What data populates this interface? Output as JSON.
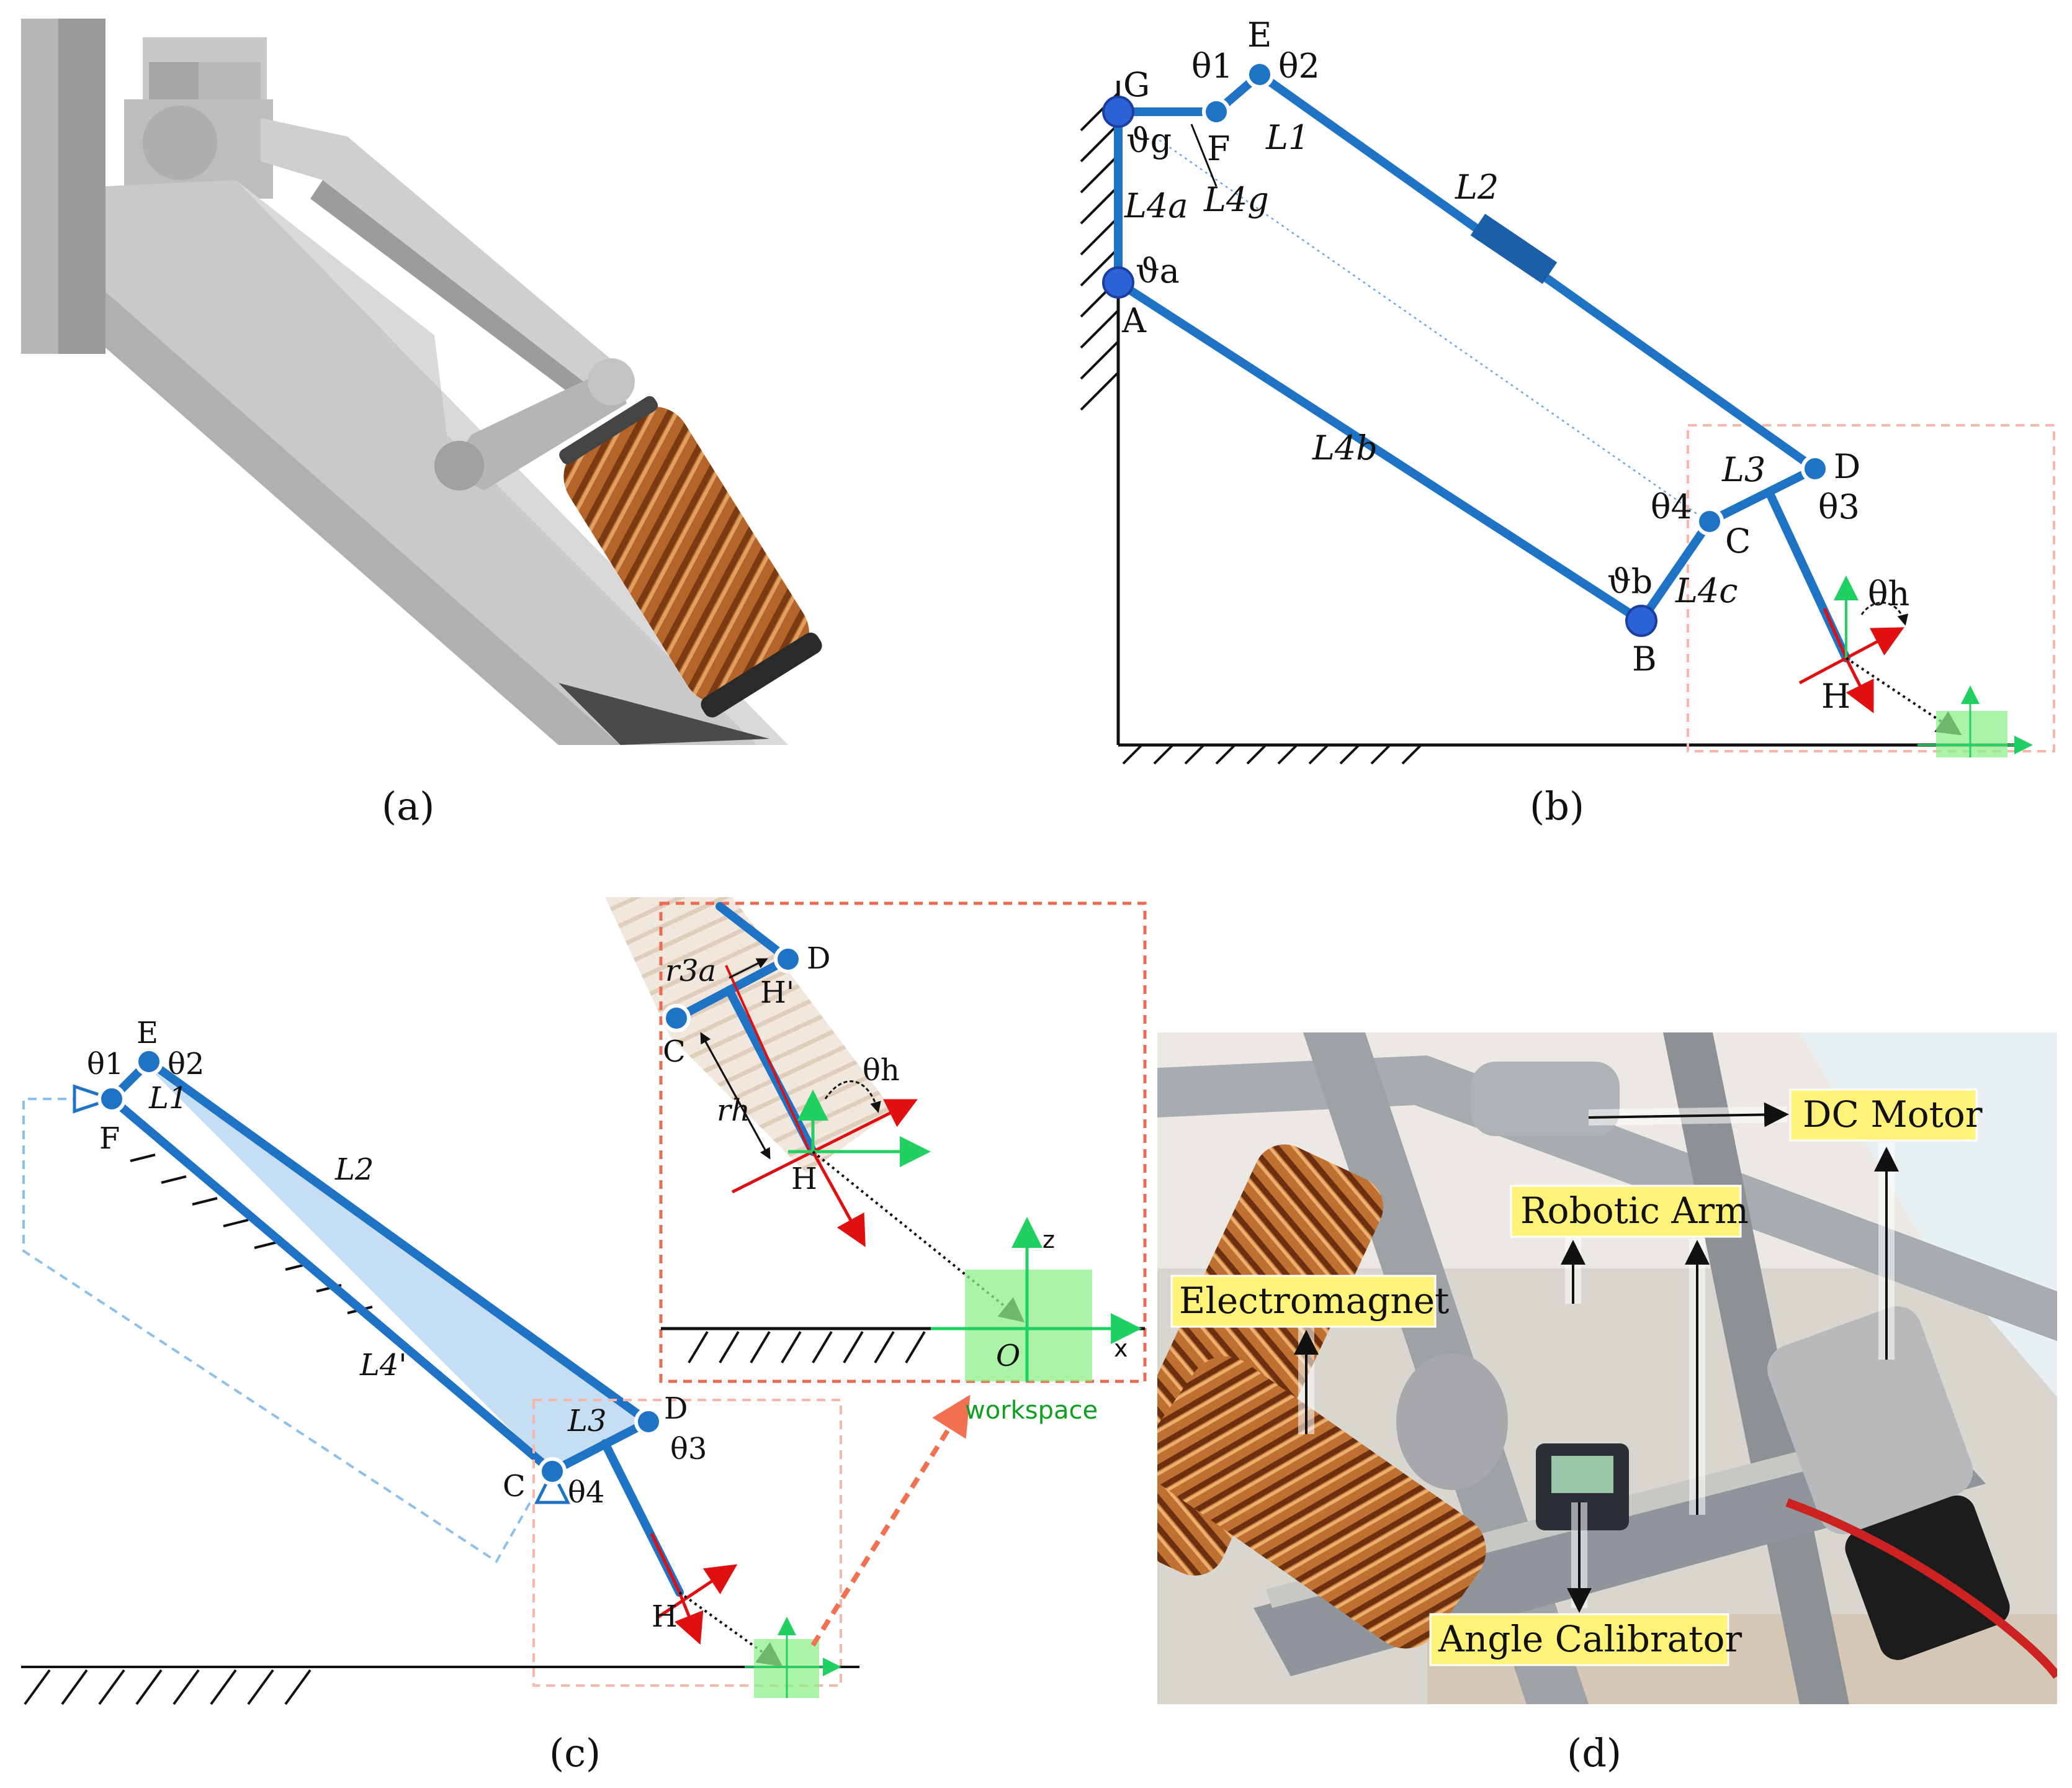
{
  "colors": {
    "link": "#1f73c4",
    "joint": "#2b63d6",
    "red": "#e01010",
    "green": "#20d060",
    "workspace": "#8ff08a",
    "dashed_box": "#f4a090",
    "copper": "#b5652a",
    "tag": "#fff37a"
  },
  "captions": {
    "a": "(a)",
    "b": "(b)",
    "c": "(c)",
    "d": "(d)"
  },
  "panel_b": {
    "joints": {
      "G": "G",
      "F": "F",
      "E": "E",
      "A": "A",
      "B": "B",
      "C": "C",
      "D": "D",
      "H": "H"
    },
    "angles": {
      "theta1": "θ1",
      "theta2": "θ2",
      "theta3": "θ3",
      "theta4": "θ4",
      "thetah": "θh",
      "vg": "ϑg",
      "va": "ϑa",
      "vb": "ϑb"
    },
    "links": {
      "L1": "L1",
      "L2": "L2",
      "L3": "L3",
      "L4a": "L4a",
      "L4g": "L4g",
      "L4b": "L4b",
      "L4c": "L4c"
    }
  },
  "panel_c": {
    "joints": {
      "E": "E",
      "F": "F",
      "C": "C",
      "D": "D",
      "H": "H",
      "Hp": "H'",
      "D2": "D",
      "C2": "C",
      "H2": "H"
    },
    "angles": {
      "theta1": "θ1",
      "theta2": "θ2",
      "theta3": "θ3",
      "theta4": "θ4",
      "thetah": "θh"
    },
    "links": {
      "L1": "L1",
      "L2": "L2",
      "L3": "L3",
      "L4p": "L4'"
    },
    "radii": {
      "r3a": "r3a",
      "rh": "rh"
    },
    "axes": {
      "z": "z",
      "x": "x",
      "origin": "O"
    },
    "workspace_label": "workspace"
  },
  "panel_d": {
    "tags": {
      "dc_motor": "DC Motor",
      "robotic_arm": "Robotic Arm",
      "electromagnet": "Electromagnet",
      "angle_calibrator": "Angle Calibrator"
    }
  }
}
